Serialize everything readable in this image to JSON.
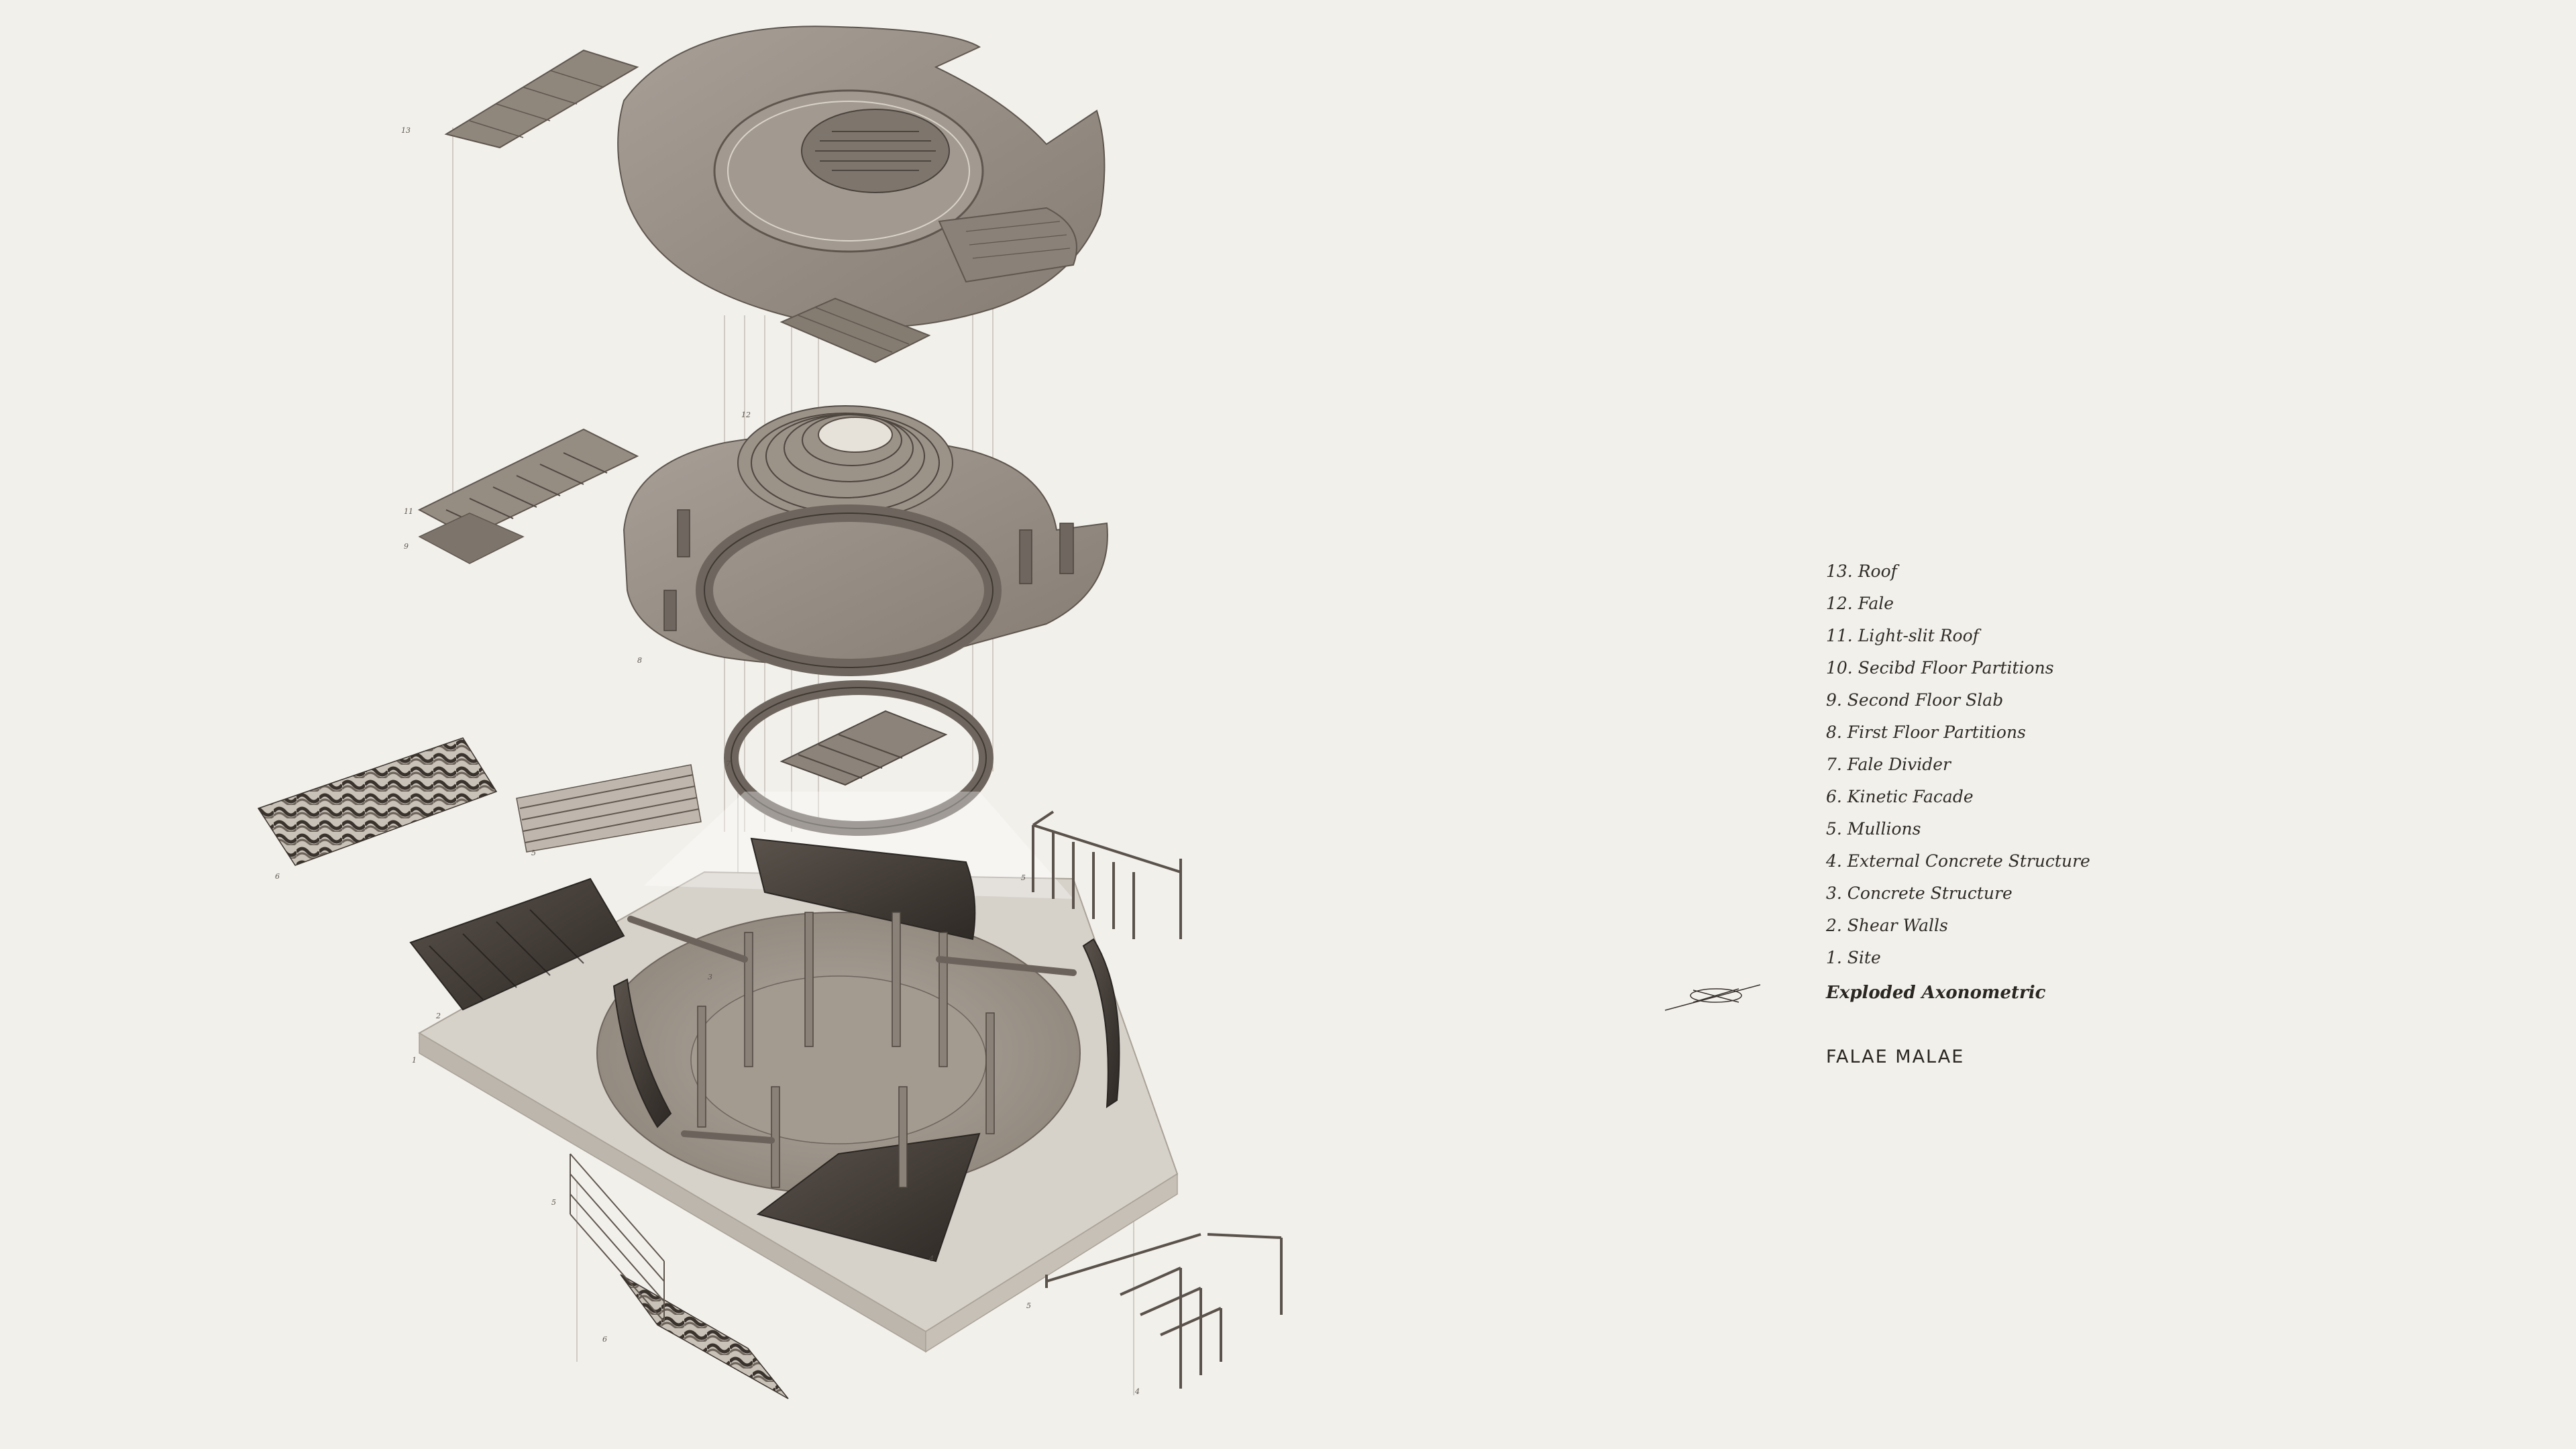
{
  "legend": {
    "items": [
      "13. Roof",
      "12. Fale",
      "11. Light-slit Roof",
      "10. Secibd Floor Partitions",
      "9. Second Floor Slab",
      "8. First Floor Partitions",
      "7. Fale Divider",
      "6. Kinetic Facade",
      "5. Mullions",
      "4. External Concrete Structure",
      "3. Concrete Structure",
      "2. Shear Walls",
      "1. Site"
    ]
  },
  "drawing_type": "Exploded Axonometric",
  "project_title": "FALAE MALAE",
  "callouts": [
    "13",
    "12",
    "11",
    "9",
    "8",
    "7",
    "6",
    "5",
    "5",
    "2",
    "1",
    "3",
    "6",
    "5",
    "5",
    "4",
    "4"
  ],
  "colors": {
    "background": "#f2f0eb",
    "concrete": "#9c938a",
    "concrete_dark": "#6e665e",
    "shadow": "#3a342f",
    "line": "#7d756d"
  },
  "icons": {
    "north": "north-arrow-icon"
  }
}
